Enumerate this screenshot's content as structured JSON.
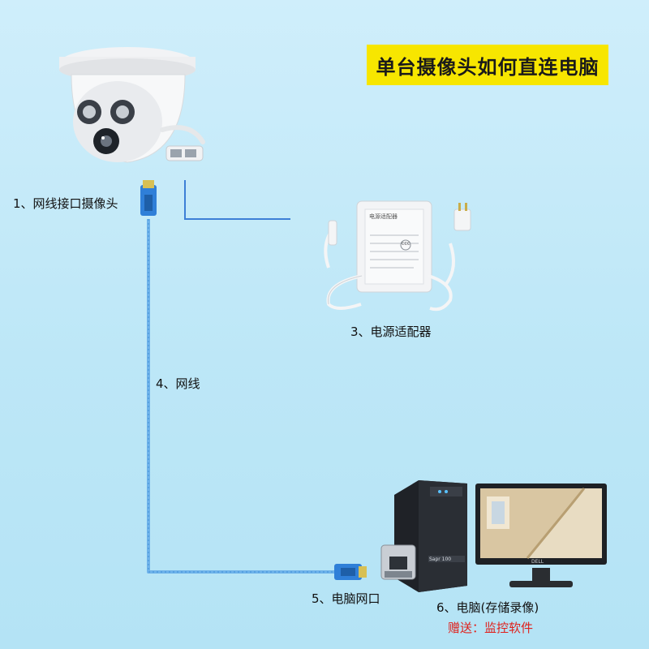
{
  "title": "单台摄像头如何直连电脑",
  "labels": {
    "step1": "1、网线接口摄像头",
    "step3": "3、电源适配器",
    "step4": "4、网线",
    "step5": "5、电脑网口",
    "step6": "6、电脑(存储录像)",
    "gift": "赠送：监控软件"
  },
  "adapter_text": {
    "heading": "电源适配器",
    "brand_tag": "CCC"
  },
  "pc_brand": "Sapr 100",
  "monitor_brand": "DELL",
  "colors": {
    "title_bg": "#f7e600",
    "cable": "#5aa8e6",
    "power_line": "#3d7fd6",
    "gift_text": "#e0201b"
  }
}
